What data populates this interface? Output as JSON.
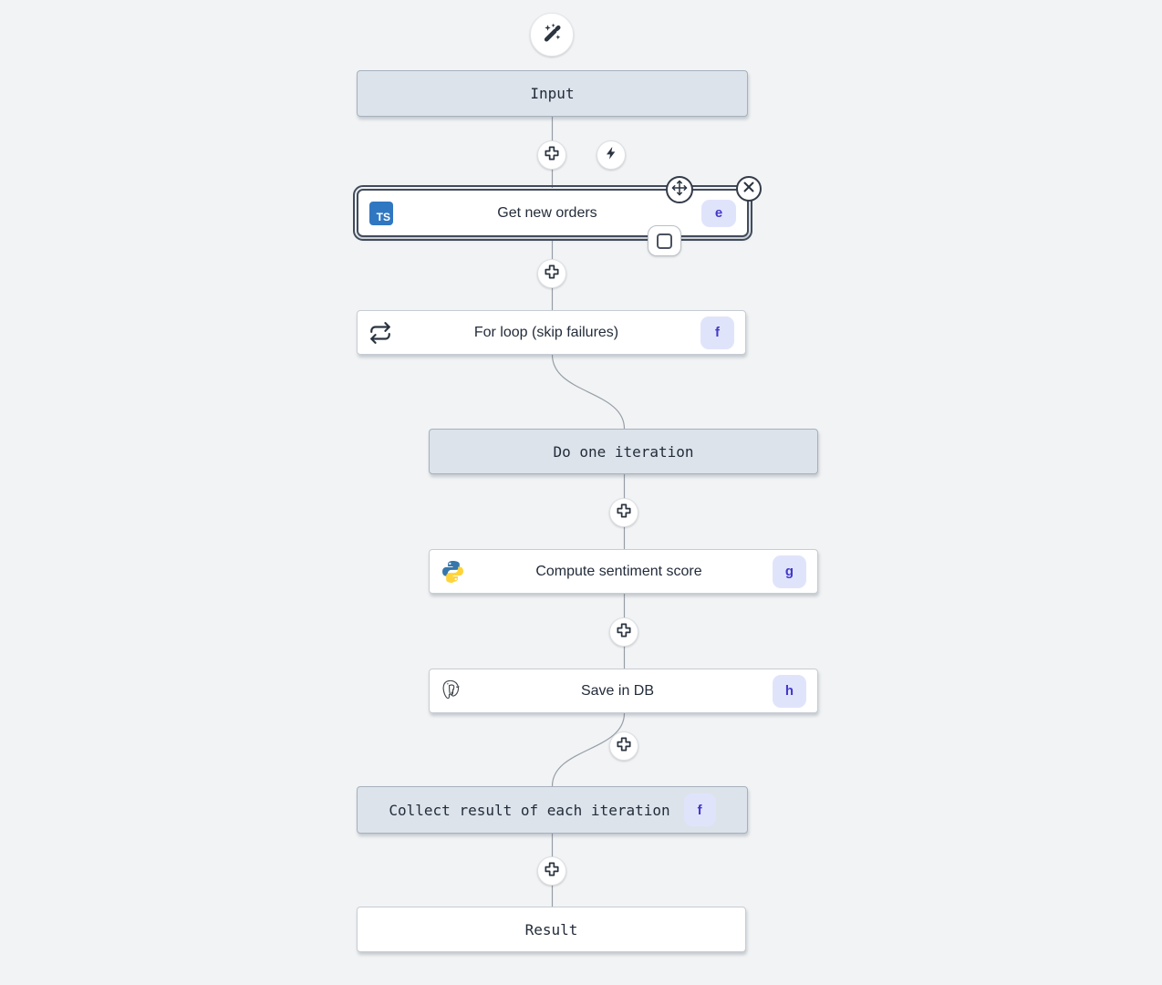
{
  "canvas": {
    "background": "#f1f3f4",
    "connector_color": "#979ea6"
  },
  "colors": {
    "node_light_bg": "#dce3eb",
    "node_light_border": "#a6b1bd",
    "node_white_bg": "#ffffff",
    "selected_border": "#414b5c",
    "badge_bg": "#e0e4fb",
    "badge_text": "#4338ca",
    "ts_icon_bg": "#3077c2",
    "python_blue": "#3776ab",
    "python_yellow": "#ffd43b",
    "icon_dark": "#2b3440"
  },
  "toolbar": {
    "wand_button_icon": "magic-wand-icon"
  },
  "nodes": {
    "input": {
      "label": "Input"
    },
    "get_new_orders": {
      "label": "Get new orders",
      "badge": "e",
      "language": "TS"
    },
    "for_loop": {
      "label": "For loop (skip failures)",
      "badge": "f"
    },
    "do_one_iteration": {
      "label": "Do one iteration"
    },
    "compute_sentiment_score": {
      "label": "Compute sentiment score",
      "badge": "g"
    },
    "save_in_db": {
      "label": "Save in DB",
      "badge": "h"
    },
    "collect_result": {
      "label": "Collect result of each iteration",
      "badge": "f"
    },
    "result": {
      "label": "Result"
    }
  }
}
